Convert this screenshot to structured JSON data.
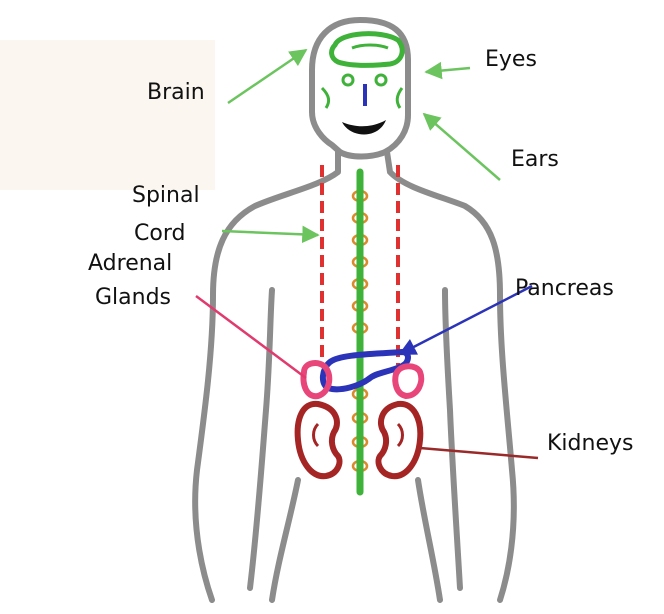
{
  "labels": {
    "brain": "Brain",
    "eyes": "Eyes",
    "ears": "Ears",
    "spinal_cord_line1": "Spinal",
    "spinal_cord_line2": "Cord",
    "adrenal_line1": "Adrenal",
    "adrenal_line2": "Glands",
    "pancreas": "Pancreas",
    "kidneys": "Kidneys"
  },
  "colors": {
    "outline": "#8c8c8c",
    "nervous": "#3fb23a",
    "spine_dash": "#e03030",
    "vertebra": "#d98a2a",
    "pancreas": "#2b34b8",
    "adrenal": "#e8457a",
    "kidney": "#a52424",
    "arrow_green": "#6cc45f",
    "arrow_blue": "#2b34b8",
    "arrow_pink": "#e03a6e",
    "arrow_red": "#9a2a2a"
  }
}
